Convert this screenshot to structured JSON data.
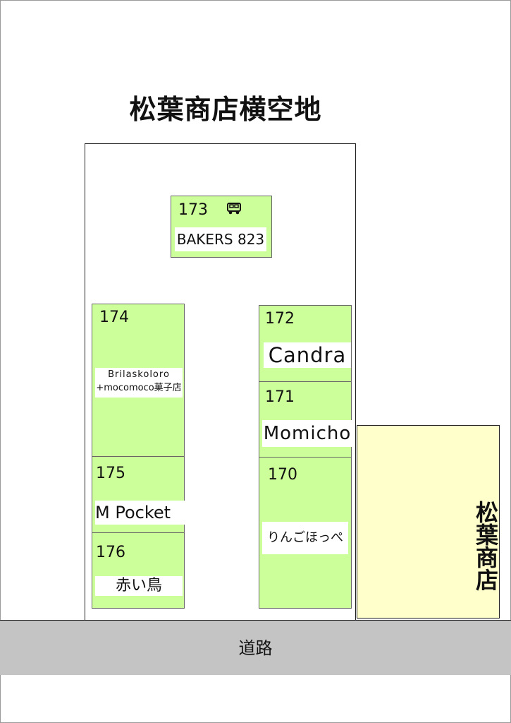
{
  "title": "松葉商店横空地",
  "stalls": [
    {
      "number": "173",
      "name": "BAKERS 823"
    },
    {
      "number": "174",
      "name_line1": "Brilaskoloro",
      "name_line2": "+mocomoco菓子店"
    },
    {
      "number": "172",
      "name": "Candra"
    },
    {
      "number": "171",
      "name": "Momicho"
    },
    {
      "number": "175",
      "name": "M Pocket"
    },
    {
      "number": "170",
      "name": "りんごほっぺ"
    },
    {
      "number": "176",
      "name": "赤い鳥"
    }
  ],
  "shop": {
    "name": "松葉商店"
  },
  "road": {
    "label": "道路"
  },
  "icons": {
    "truck": "food-truck-icon"
  },
  "colors": {
    "stall_fill": "#ccff99",
    "shop_fill": "#ffffcc",
    "road_fill": "#c4c4c4"
  }
}
